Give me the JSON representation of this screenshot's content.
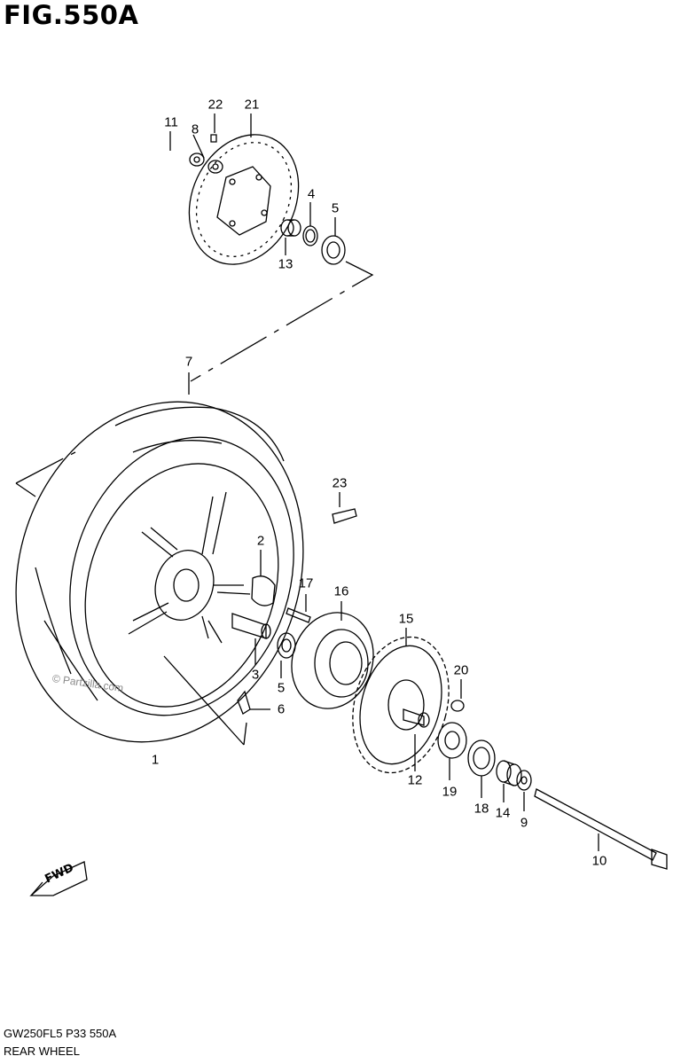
{
  "figure": {
    "title": "FIG.550A"
  },
  "footer": {
    "code": "GW250FL5  P33  550A",
    "caption": "REAR WHEEL"
  },
  "watermark": {
    "text": "© Partzilla.com"
  },
  "fwd": {
    "label": "FWD"
  },
  "callouts": {
    "c1": "1",
    "c2": "2",
    "c3": "3",
    "c4": "4",
    "c5a": "5",
    "c5b": "5",
    "c6": "6",
    "c7": "7",
    "c8": "8",
    "c9": "9",
    "c10": "10",
    "c11": "11",
    "c12": "12",
    "c13": "13",
    "c14": "14",
    "c15": "15",
    "c16": "16",
    "c17": "17",
    "c18": "18",
    "c19": "19",
    "c20": "20",
    "c21": "21",
    "c22": "22",
    "c23": "23"
  }
}
